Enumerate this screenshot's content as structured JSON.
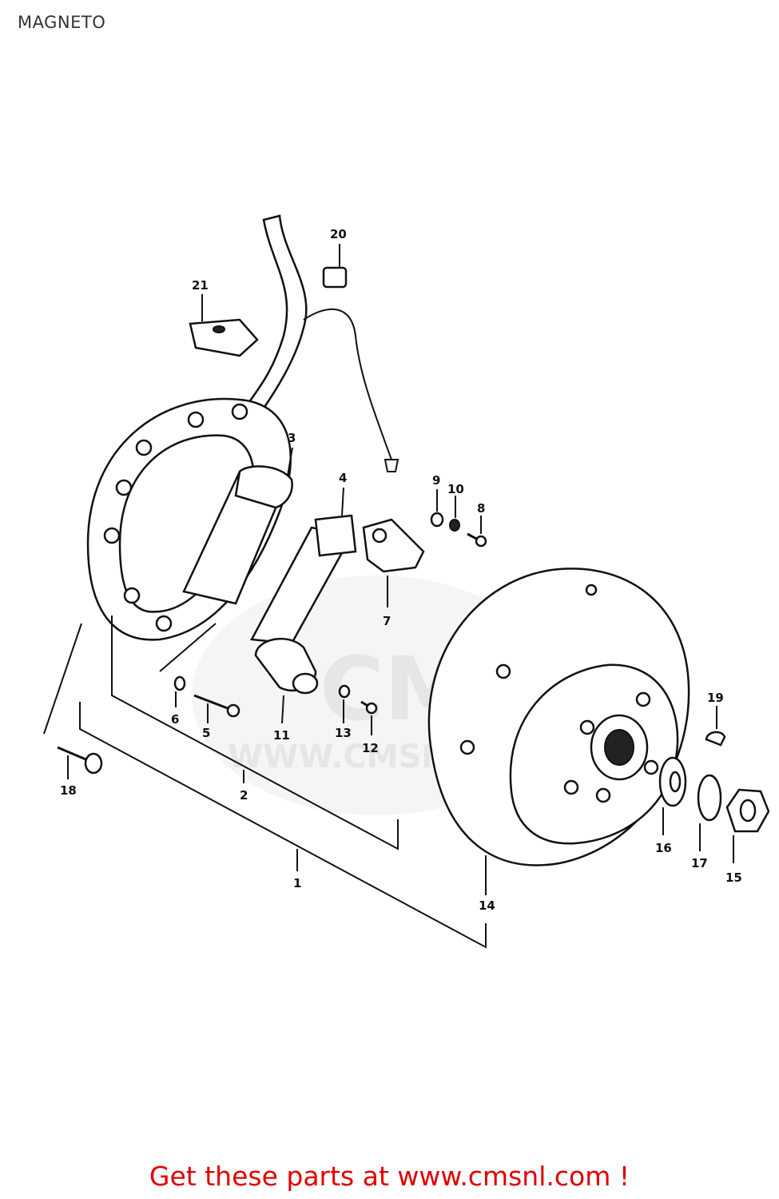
{
  "diagram": {
    "title": "MAGNETO",
    "callouts": [
      {
        "id": "c1",
        "text": "1"
      },
      {
        "id": "c2",
        "text": "2"
      },
      {
        "id": "c3",
        "text": "3"
      },
      {
        "id": "c4",
        "text": "4"
      },
      {
        "id": "c5",
        "text": "5"
      },
      {
        "id": "c6",
        "text": "6"
      },
      {
        "id": "c7",
        "text": "7"
      },
      {
        "id": "c8",
        "text": "8"
      },
      {
        "id": "c9",
        "text": "9"
      },
      {
        "id": "c10",
        "text": "10"
      },
      {
        "id": "c11",
        "text": "11"
      },
      {
        "id": "c12",
        "text": "12"
      },
      {
        "id": "c13",
        "text": "13"
      },
      {
        "id": "c14",
        "text": "14"
      },
      {
        "id": "c15",
        "text": "15"
      },
      {
        "id": "c16",
        "text": "16"
      },
      {
        "id": "c17",
        "text": "17"
      },
      {
        "id": "c18",
        "text": "18"
      },
      {
        "id": "c19",
        "text": "19"
      },
      {
        "id": "c20",
        "text": "20"
      },
      {
        "id": "c21",
        "text": "21"
      }
    ]
  },
  "watermark": {
    "text": "WWW.CMSNL.COM",
    "logo": "CMS"
  },
  "footer": {
    "text": "Get these parts at www.cmsnl.com !"
  }
}
